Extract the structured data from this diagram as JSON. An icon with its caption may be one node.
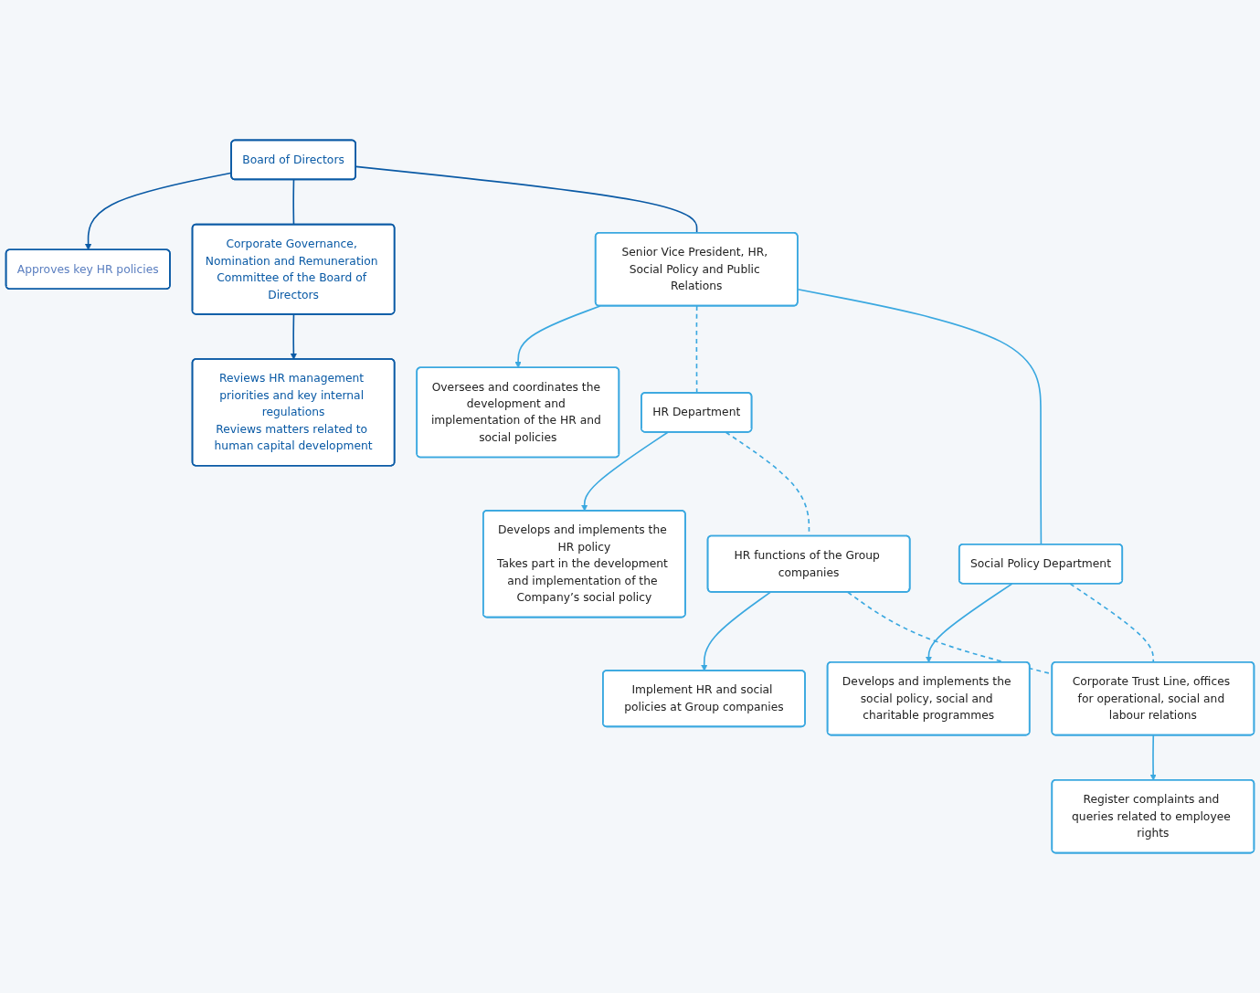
{
  "diagram": {
    "nodes": [
      {
        "text": [
          "Board of Directors"
        ]
      },
      {
        "text": [
          "Approves key HR policies"
        ]
      },
      {
        "text": [
          "Corporate Governance, Nomination and Remuneration Committee of the Board of Directors"
        ]
      },
      {
        "text": [
          "Reviews HR management priorities and key internal regulations",
          "Reviews matters related to human capital development"
        ]
      },
      {
        "text": [
          "Senior Vice President, HR, Social Policy and Public Relations"
        ]
      },
      {
        "text": [
          "Oversees and coordinates the development and implementation of the HR and social policies"
        ]
      },
      {
        "text": [
          "HR Department"
        ]
      },
      {
        "text": [
          "Develops and implements the HR policy",
          "Takes part in the development and implementation of the Company’s social policy"
        ]
      },
      {
        "text": [
          "Social Policy Department"
        ]
      },
      {
        "text": [
          "Develops and implements the social policy, social and charitable programmes"
        ]
      },
      {
        "text": [
          "HR functions of the Group companies"
        ]
      },
      {
        "text": [
          "Implement HR and social policies at Group companies"
        ]
      },
      {
        "text": [
          "Corporate Trust Line, offices for operational, social and labour relations"
        ]
      },
      {
        "text": [
          "Register complaints and queries related to employee rights"
        ]
      }
    ],
    "edges": [
      {
        "from": 0,
        "to": 1,
        "arrow": "to",
        "color": "#0a5aa5"
      },
      {
        "from": 0,
        "to": 2,
        "arrow": "none",
        "color": "#0a5aa5"
      },
      {
        "from": 2,
        "to": 3,
        "arrow": "to",
        "color": "#0a5aa5"
      },
      {
        "from": 0,
        "to": 4,
        "arrow": "none",
        "color": "#0a5aa5"
      },
      {
        "from": 4,
        "to": 5,
        "arrow": "to"
      },
      {
        "from": 4,
        "to": 6,
        "arrow": "none",
        "style": "dashed"
      },
      {
        "from": 4,
        "to": 8,
        "arrow": "none"
      },
      {
        "from": 6,
        "to": 7,
        "arrow": "to"
      },
      {
        "from": 8,
        "to": 9,
        "arrow": "to"
      },
      {
        "from": 6,
        "to": 10,
        "arrow": "none",
        "style": "dashed"
      },
      {
        "from": 8,
        "to": 12,
        "arrow": "none",
        "style": "dashed"
      },
      {
        "from": 10,
        "to": 11,
        "arrow": "to"
      },
      {
        "from": 10,
        "to": 12,
        "arrow": "none",
        "style": "dashed"
      },
      {
        "from": 12,
        "to": 13,
        "arrow": "to"
      }
    ]
  }
}
